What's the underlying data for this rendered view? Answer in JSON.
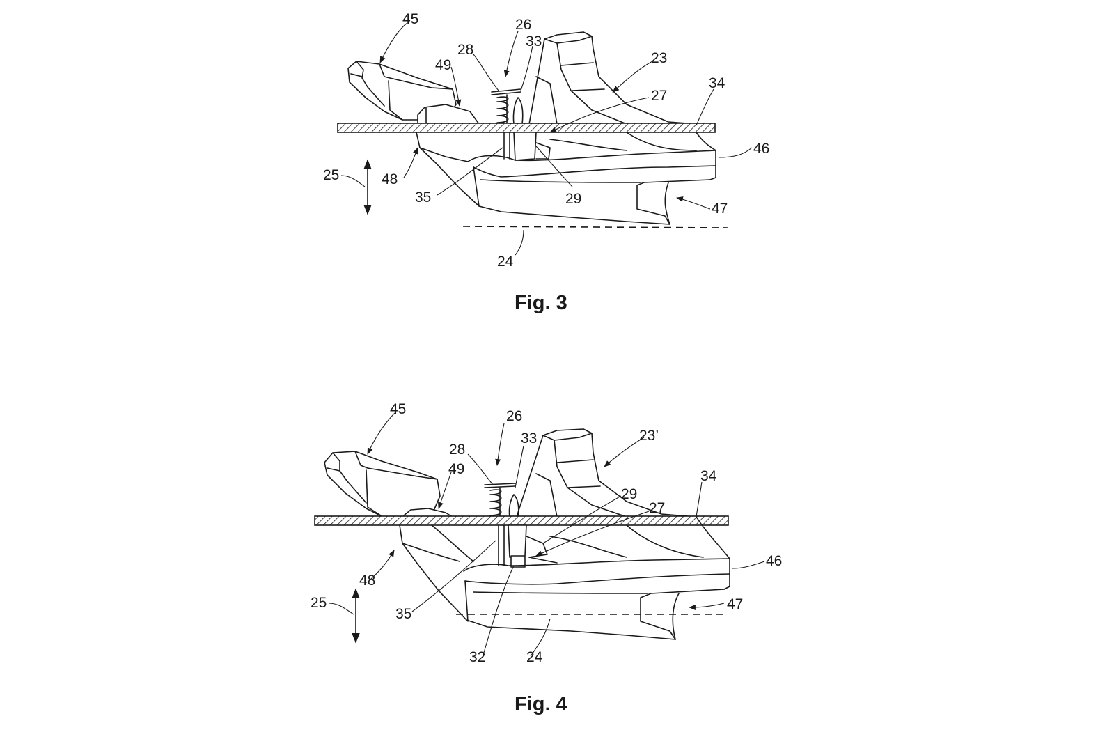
{
  "figures": [
    {
      "caption": "Fig. 3",
      "labels": {
        "l45": "45",
        "l26": "26",
        "l28": "28",
        "l33": "33",
        "l49": "49",
        "l23": "23",
        "l27": "27",
        "l34": "34",
        "l46": "46",
        "l25": "25",
        "l48": "48",
        "l35": "35",
        "l29": "29",
        "l47": "47",
        "l24": "24"
      }
    },
    {
      "caption": "Fig. 4",
      "labels": {
        "l45": "45",
        "l26": "26",
        "l28": "28",
        "l33": "33",
        "l49": "49",
        "l23": "23’",
        "l29": "29",
        "l27": "27",
        "l34": "34",
        "l46": "46",
        "l25": "25",
        "l48": "48",
        "l35": "35",
        "l47": "47",
        "l32": "32",
        "l24": "24"
      }
    }
  ]
}
